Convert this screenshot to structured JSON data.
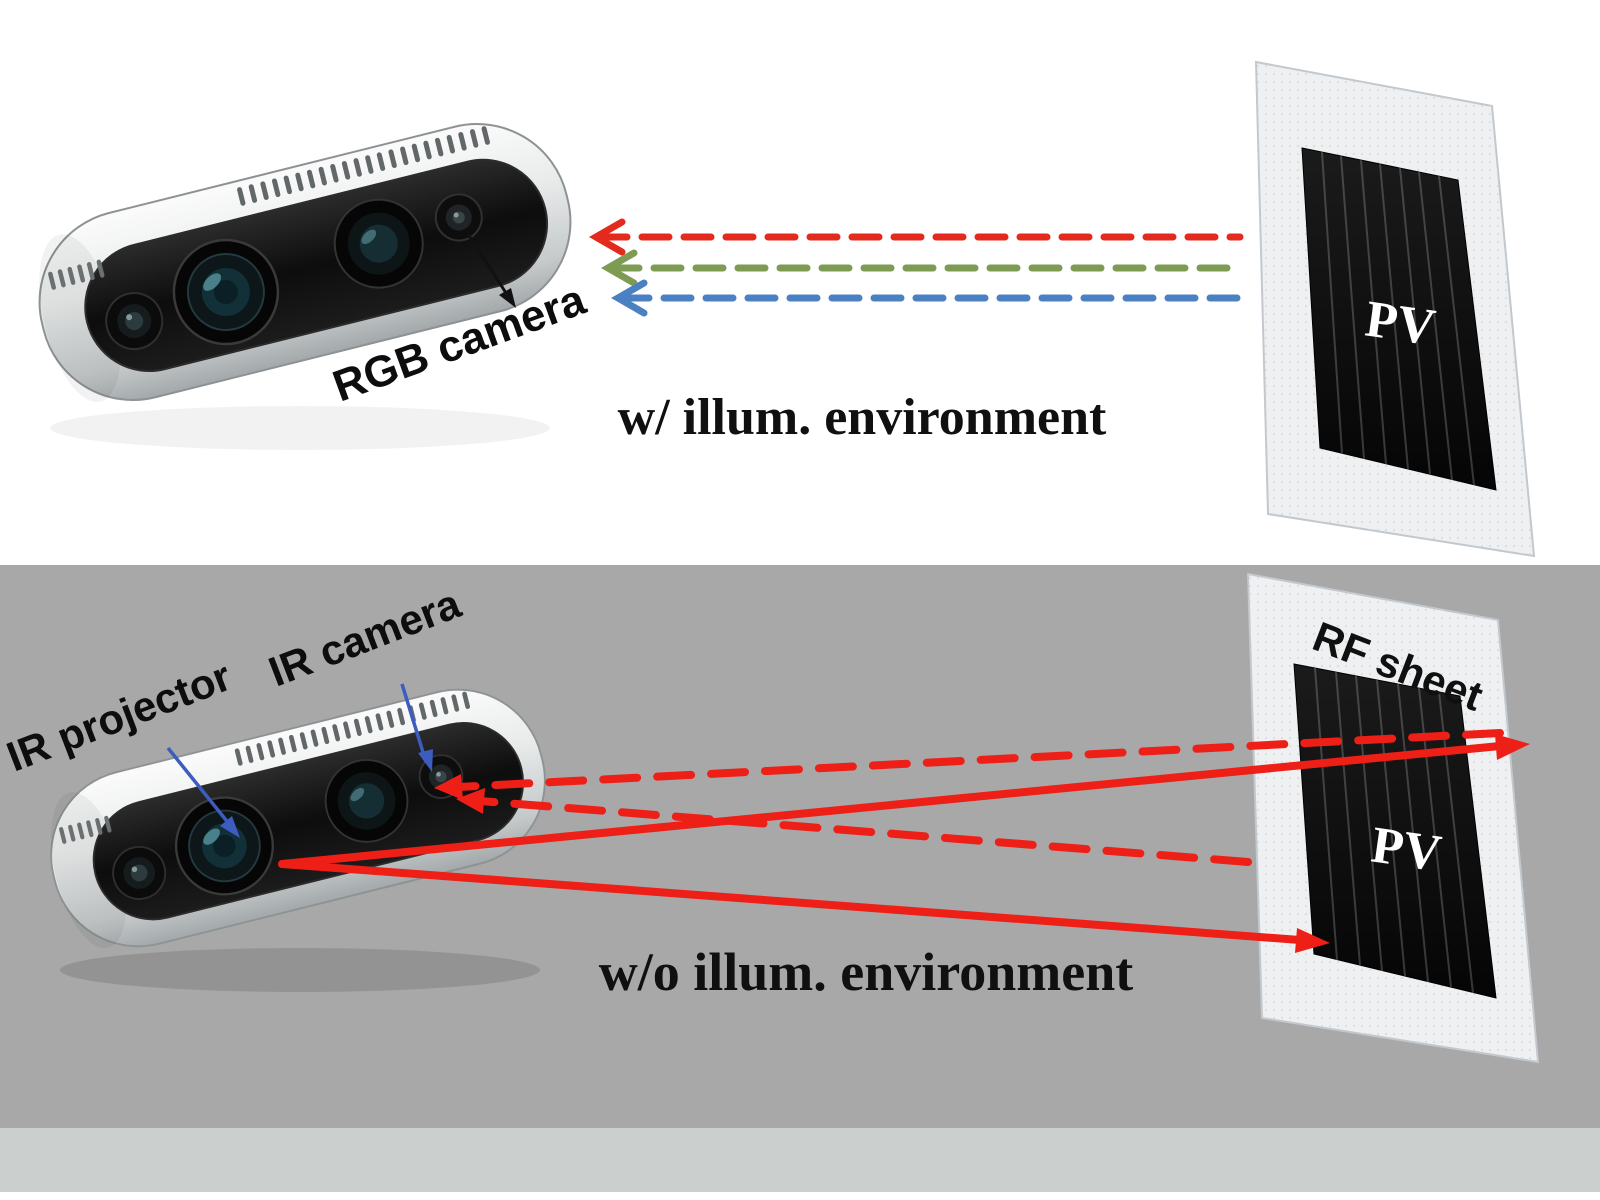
{
  "figure": {
    "top_panel": {
      "camera_label": "RGB camera",
      "caption": "w/ illum. environment",
      "pv_label": "PV",
      "ray_red": "#e32a1d",
      "ray_green": "#7d9b53",
      "ray_blue": "#4b80c2"
    },
    "bottom_panel": {
      "projector_label": "IR projector",
      "camera_label": "IR camera",
      "caption": "w/o illum. environment",
      "pv_label": "PV",
      "sheet_label": "RF sheet",
      "ray_color": "#ed1f17",
      "pointer_color": "#3c5cc0",
      "background": "#a8a8a8",
      "footer_strip": "#cbcfce"
    }
  }
}
